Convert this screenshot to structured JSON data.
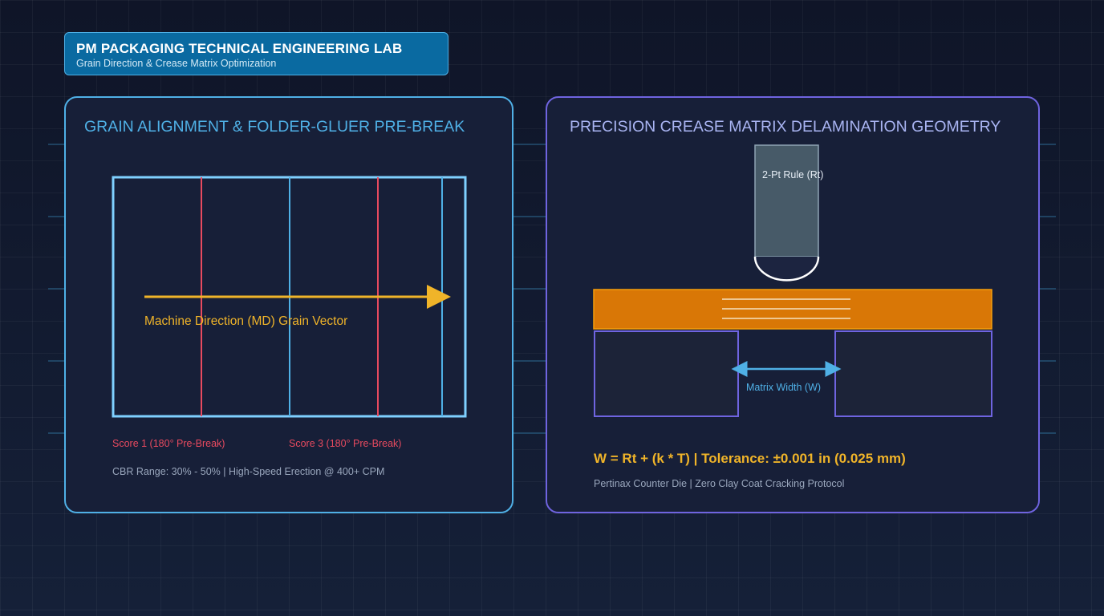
{
  "header": {
    "title": "PM PACKAGING TECHNICAL ENGINEERING LAB",
    "subtitle": "Grain Direction & Crease Matrix Optimization"
  },
  "left_panel": {
    "heading": "GRAIN ALIGNMENT & FOLDER-GLUER PRE-BREAK",
    "grain_vector_label": "Machine Direction (MD) Grain Vector",
    "score_1_label": "Score 1 (180° Pre-Break)",
    "score_3_label": "Score 3 (180° Pre-Break)",
    "footnote": "CBR Range: 30% - 50% | High-Speed Erection @ 400+ CPM"
  },
  "right_panel": {
    "heading": "PRECISION CREASE MATRIX DELAMINATION GEOMETRY",
    "rule_label": "2-Pt Rule (Rt)",
    "matrix_width_label": "Matrix Width (W)",
    "formula": "W = Rt + (k * T) | Tolerance: ±0.001 in (0.025 mm)",
    "footnote": "Pertinax Counter Die | Zero Clay Coat Cracking Protocol"
  },
  "colors": {
    "accent_cyan": "#4fb0e6",
    "accent_purple": "#6f64e0",
    "score_red": "#e84a5f",
    "grain_yellow": "#f0b429",
    "board_orange": "#d97706"
  }
}
